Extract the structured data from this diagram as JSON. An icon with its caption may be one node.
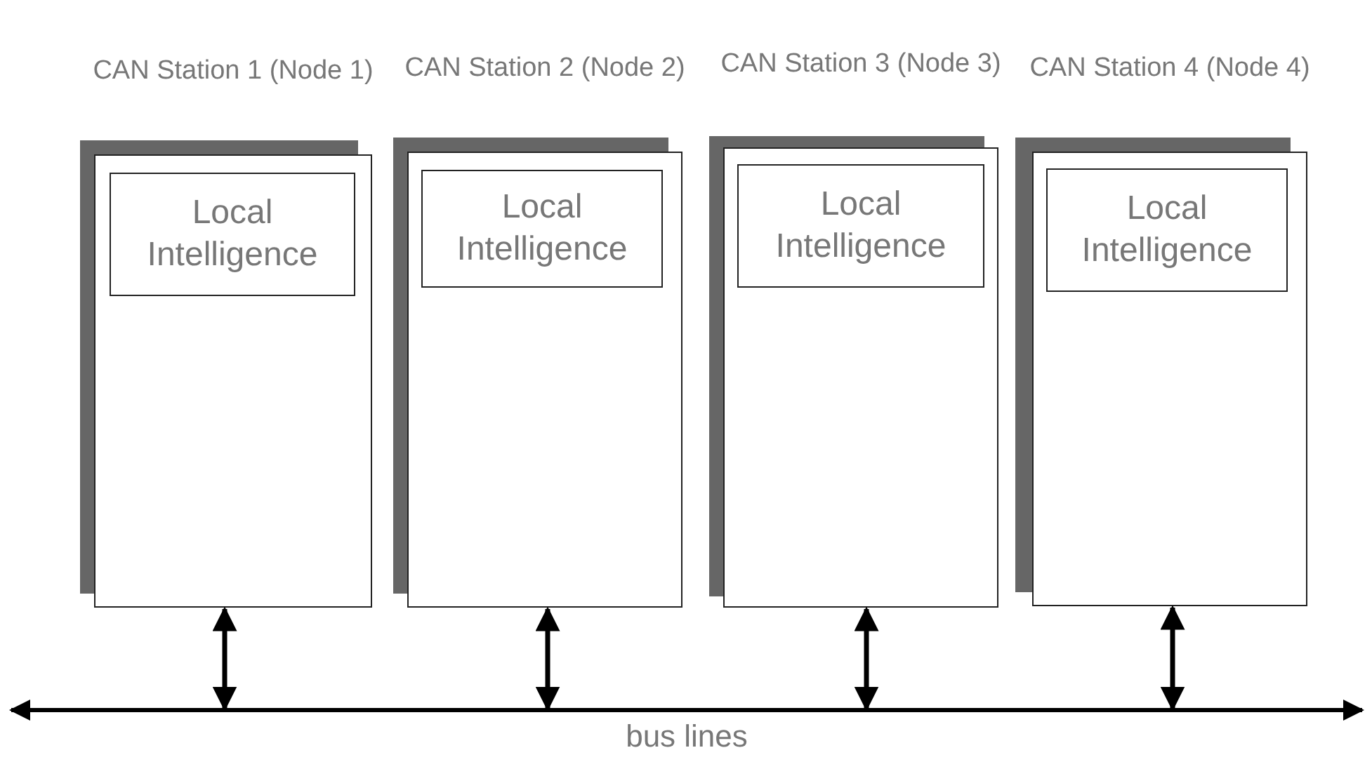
{
  "diagram": {
    "nodes": [
      {
        "text": [
          "CAN Station 1 (Node 1)"
        ]
      },
      {
        "text": [
          "Local Intelligence"
        ],
        "in": 0
      },
      {
        "text": [
          "CAN Station 2 (Node 2)"
        ]
      },
      {
        "text": [
          "Local Intelligence"
        ],
        "in": 2
      },
      {
        "text": [
          "CAN Station 3 (Node 3)"
        ]
      },
      {
        "text": [
          "Local Intelligence"
        ],
        "in": 4
      },
      {
        "text": [
          "CAN Station 4 (Node 4)"
        ]
      },
      {
        "text": [
          "Local Intelligence"
        ],
        "in": 6
      },
      {
        "text": [
          "bus lines"
        ]
      }
    ],
    "edges": [
      {
        "from": 0,
        "to": 8,
        "arrow": "both"
      },
      {
        "from": 2,
        "to": 8,
        "arrow": "both"
      },
      {
        "from": 4,
        "to": 8,
        "arrow": "both"
      },
      {
        "from": 6,
        "to": 8,
        "arrow": "both"
      }
    ]
  }
}
